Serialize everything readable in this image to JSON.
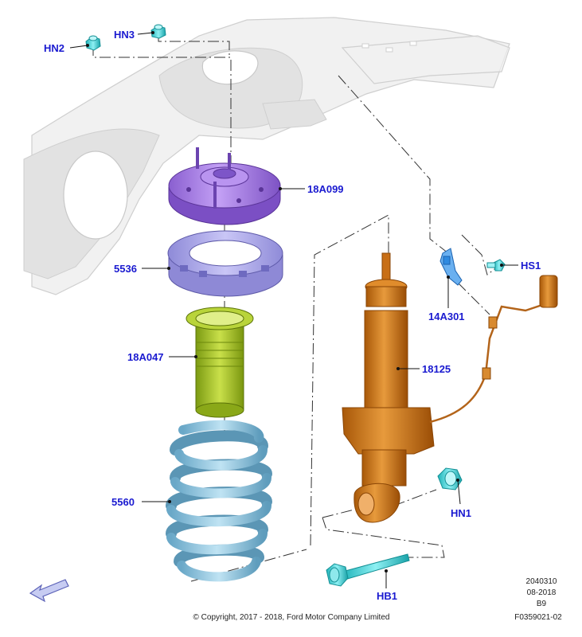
{
  "callouts": {
    "hn2": "HN2",
    "hn3": "HN3",
    "top_mount": "18A099",
    "isolator": "5536",
    "bumper": "18A047",
    "spring": "5560",
    "shock": "18125",
    "bracket": "14A301",
    "hs1": "HS1",
    "hn1": "HN1",
    "hb1": "HB1"
  },
  "footer": {
    "code1": "2040310",
    "date": "08-2018",
    "revision": "B9",
    "figure_id": "F0359021-02",
    "copyright": "© Copyright, 2017 - 2018, Ford Motor Company Limited"
  },
  "colors": {
    "callout_text": "#1a1ad0",
    "top_mount": "#a67fe0",
    "isolator": "#a8a4e8",
    "bumper": "#a9c431",
    "spring": "#8fc3df",
    "shock": "#d17a1c",
    "hardware": "#3fd2d8",
    "bracket": "#2f8ae0",
    "frame": "#f1f1f1"
  },
  "icons": {
    "orientation_arrow": "front-arrow-icon"
  }
}
